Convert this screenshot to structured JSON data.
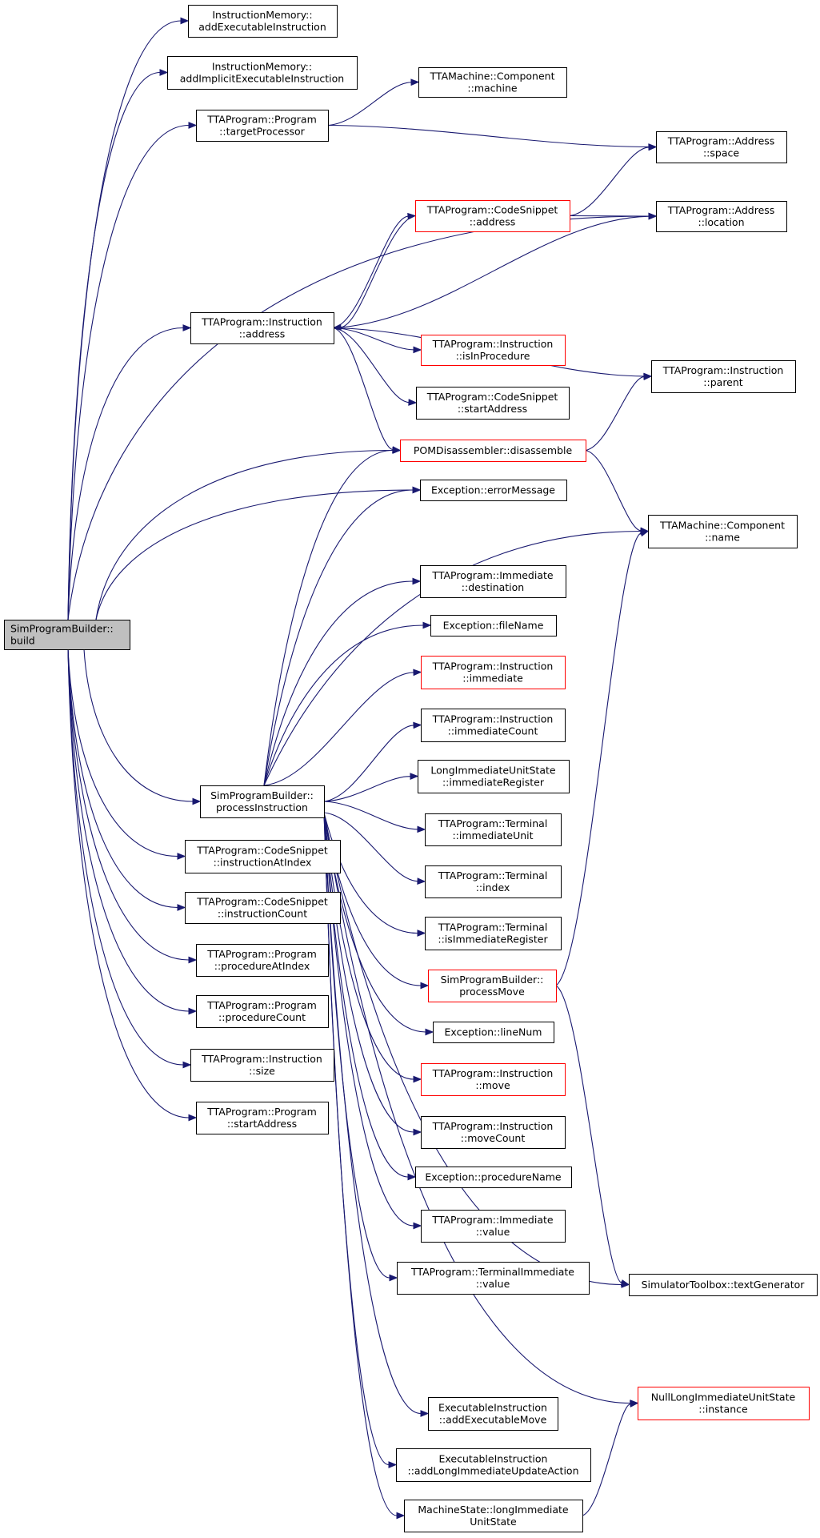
{
  "colors": {
    "edge": "#191970",
    "border_normal": "#000000",
    "border_truncated": "#ff0000",
    "fill_normal": "#ffffff",
    "fill_root": "#bfbfbf"
  },
  "nodes": [
    {
      "id": "build",
      "lines": [
        "SimProgramBuilder::",
        "build"
      ],
      "style": "root"
    },
    {
      "id": "addExec",
      "lines": [
        "InstructionMemory::",
        "addExecutableInstruction"
      ],
      "style": "normal"
    },
    {
      "id": "addImplicit",
      "lines": [
        "InstructionMemory::",
        "addImplicitExecutableInstruction"
      ],
      "style": "normal"
    },
    {
      "id": "targetProc",
      "lines": [
        "TTAProgram::Program",
        "::targetProcessor"
      ],
      "style": "normal"
    },
    {
      "id": "compMachine",
      "lines": [
        "TTAMachine::Component",
        "::machine"
      ],
      "style": "normal"
    },
    {
      "id": "addrSpace",
      "lines": [
        "TTAProgram::Address",
        "::space"
      ],
      "style": "normal"
    },
    {
      "id": "csAddress",
      "lines": [
        "TTAProgram::CodeSnippet",
        "::address"
      ],
      "style": "truncated"
    },
    {
      "id": "addrLocation",
      "lines": [
        "TTAProgram::Address",
        "::location"
      ],
      "style": "normal"
    },
    {
      "id": "instrAddress",
      "lines": [
        "TTAProgram::Instruction",
        "::address"
      ],
      "style": "normal"
    },
    {
      "id": "isInProc",
      "lines": [
        "TTAProgram::Instruction",
        "::isInProcedure"
      ],
      "style": "truncated"
    },
    {
      "id": "instrParent",
      "lines": [
        "TTAProgram::Instruction",
        "::parent"
      ],
      "style": "normal"
    },
    {
      "id": "csStartAddr",
      "lines": [
        "TTAProgram::CodeSnippet",
        "::startAddress"
      ],
      "style": "normal"
    },
    {
      "id": "disassemble",
      "lines": [
        "POMDisassembler::disassemble"
      ],
      "style": "truncated"
    },
    {
      "id": "errorMessage",
      "lines": [
        "Exception::errorMessage"
      ],
      "style": "normal"
    },
    {
      "id": "compName",
      "lines": [
        "TTAMachine::Component",
        "::name"
      ],
      "style": "normal"
    },
    {
      "id": "immDest",
      "lines": [
        "TTAProgram::Immediate",
        "::destination"
      ],
      "style": "normal"
    },
    {
      "id": "fileName",
      "lines": [
        "Exception::fileName"
      ],
      "style": "normal"
    },
    {
      "id": "instrImm",
      "lines": [
        "TTAProgram::Instruction",
        "::immediate"
      ],
      "style": "truncated"
    },
    {
      "id": "instrImmCount",
      "lines": [
        "TTAProgram::Instruction",
        "::immediateCount"
      ],
      "style": "normal"
    },
    {
      "id": "liuImmReg",
      "lines": [
        "LongImmediateUnitState",
        "::immediateRegister"
      ],
      "style": "normal"
    },
    {
      "id": "procInstr",
      "lines": [
        "SimProgramBuilder::",
        "processInstruction"
      ],
      "style": "normal"
    },
    {
      "id": "termImmUnit",
      "lines": [
        "TTAProgram::Terminal",
        "::immediateUnit"
      ],
      "style": "normal"
    },
    {
      "id": "csInstrAtIndex",
      "lines": [
        "TTAProgram::CodeSnippet",
        "::instructionAtIndex"
      ],
      "style": "normal"
    },
    {
      "id": "termIndex",
      "lines": [
        "TTAProgram::Terminal",
        "::index"
      ],
      "style": "normal"
    },
    {
      "id": "csInstrCount",
      "lines": [
        "TTAProgram::CodeSnippet",
        "::instructionCount"
      ],
      "style": "normal"
    },
    {
      "id": "termIsImmReg",
      "lines": [
        "TTAProgram::Terminal",
        "::isImmediateRegister"
      ],
      "style": "normal"
    },
    {
      "id": "progProcAtIndex",
      "lines": [
        "TTAProgram::Program",
        "::procedureAtIndex"
      ],
      "style": "normal"
    },
    {
      "id": "procMove",
      "lines": [
        "SimProgramBuilder::",
        "processMove"
      ],
      "style": "truncated"
    },
    {
      "id": "progProcCount",
      "lines": [
        "TTAProgram::Program",
        "::procedureCount"
      ],
      "style": "normal"
    },
    {
      "id": "lineNum",
      "lines": [
        "Exception::lineNum"
      ],
      "style": "normal"
    },
    {
      "id": "instrSize",
      "lines": [
        "TTAProgram::Instruction",
        "::size"
      ],
      "style": "normal"
    },
    {
      "id": "instrMove",
      "lines": [
        "TTAProgram::Instruction",
        "::move"
      ],
      "style": "truncated"
    },
    {
      "id": "progStartAddr",
      "lines": [
        "TTAProgram::Program",
        "::startAddress"
      ],
      "style": "normal"
    },
    {
      "id": "instrMoveCount",
      "lines": [
        "TTAProgram::Instruction",
        "::moveCount"
      ],
      "style": "normal"
    },
    {
      "id": "procName",
      "lines": [
        "Exception::procedureName"
      ],
      "style": "normal"
    },
    {
      "id": "immValue",
      "lines": [
        "TTAProgram::Immediate",
        "::value"
      ],
      "style": "normal"
    },
    {
      "id": "termImmValue",
      "lines": [
        "TTAProgram::TerminalImmediate",
        "::value"
      ],
      "style": "normal"
    },
    {
      "id": "textGen",
      "lines": [
        "SimulatorToolbox::textGenerator"
      ],
      "style": "normal"
    },
    {
      "id": "nullLiu",
      "lines": [
        "NullLongImmediateUnitState",
        "::instance"
      ],
      "style": "truncated"
    },
    {
      "id": "addExecMove",
      "lines": [
        "ExecutableInstruction",
        "::addExecutableMove"
      ],
      "style": "normal"
    },
    {
      "id": "addLongImm",
      "lines": [
        "ExecutableInstruction",
        "::addLongImmediateUpdateAction"
      ],
      "style": "normal"
    },
    {
      "id": "msLongImm",
      "lines": [
        "MachineState::longImmediate",
        "UnitState"
      ],
      "style": "normal"
    }
  ],
  "edges": [
    [
      "build",
      "addExec"
    ],
    [
      "build",
      "addImplicit"
    ],
    [
      "build",
      "targetProc"
    ],
    [
      "build",
      "addrLocation"
    ],
    [
      "build",
      "instrAddress"
    ],
    [
      "build",
      "disassemble"
    ],
    [
      "build",
      "errorMessage"
    ],
    [
      "build",
      "procInstr"
    ],
    [
      "build",
      "csInstrAtIndex"
    ],
    [
      "build",
      "csInstrCount"
    ],
    [
      "build",
      "progProcAtIndex"
    ],
    [
      "build",
      "progProcCount"
    ],
    [
      "build",
      "instrSize"
    ],
    [
      "build",
      "progStartAddr"
    ],
    [
      "targetProc",
      "compMachine"
    ],
    [
      "targetProc",
      "addrSpace"
    ],
    [
      "csAddress",
      "addrSpace"
    ],
    [
      "csAddress",
      "addrLocation"
    ],
    [
      "csAddress",
      "instrAddress"
    ],
    [
      "instrAddress",
      "csAddress"
    ],
    [
      "instrAddress",
      "addrLocation"
    ],
    [
      "instrAddress",
      "isInProc"
    ],
    [
      "instrAddress",
      "instrParent"
    ],
    [
      "instrAddress",
      "csStartAddr"
    ],
    [
      "instrAddress",
      "disassemble"
    ],
    [
      "disassemble",
      "instrParent"
    ],
    [
      "disassemble",
      "compName"
    ],
    [
      "procInstr",
      "disassemble"
    ],
    [
      "procInstr",
      "errorMessage"
    ],
    [
      "procInstr",
      "compName"
    ],
    [
      "procInstr",
      "immDest"
    ],
    [
      "procInstr",
      "fileName"
    ],
    [
      "procInstr",
      "instrImm"
    ],
    [
      "procInstr",
      "instrImmCount"
    ],
    [
      "procInstr",
      "liuImmReg"
    ],
    [
      "procInstr",
      "termImmUnit"
    ],
    [
      "procInstr",
      "termIndex"
    ],
    [
      "procInstr",
      "termIsImmReg"
    ],
    [
      "procInstr",
      "procMove"
    ],
    [
      "procInstr",
      "lineNum"
    ],
    [
      "procInstr",
      "instrMove"
    ],
    [
      "procInstr",
      "instrMoveCount"
    ],
    [
      "procInstr",
      "procName"
    ],
    [
      "procInstr",
      "immValue"
    ],
    [
      "procInstr",
      "termImmValue"
    ],
    [
      "procInstr",
      "textGen"
    ],
    [
      "procInstr",
      "nullLiu"
    ],
    [
      "procInstr",
      "addExecMove"
    ],
    [
      "procInstr",
      "addLongImm"
    ],
    [
      "procInstr",
      "msLongImm"
    ],
    [
      "procMove",
      "compName"
    ],
    [
      "procMove",
      "textGen"
    ],
    [
      "msLongImm",
      "nullLiu"
    ]
  ]
}
